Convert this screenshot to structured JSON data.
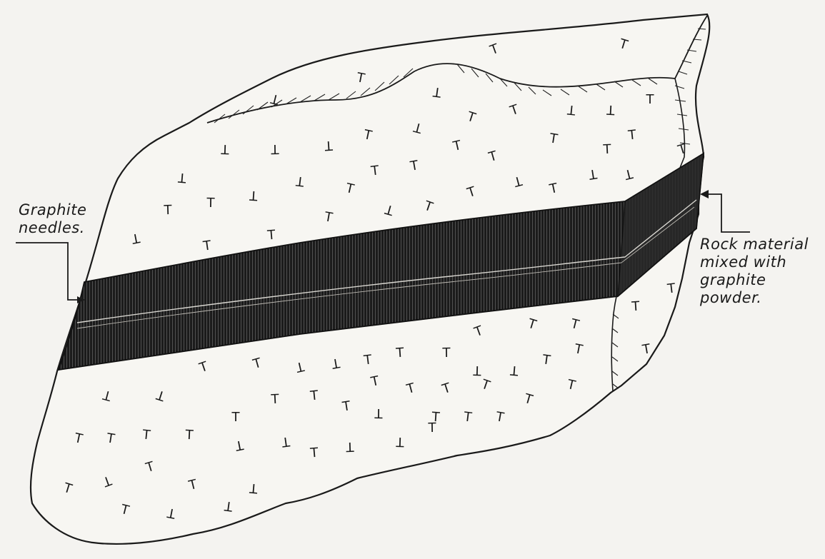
{
  "labels": {
    "left": {
      "lines": [
        "Graphite",
        "needles."
      ]
    },
    "right": {
      "lines": [
        "Rock material",
        "mixed with",
        "graphite",
        "powder."
      ]
    }
  },
  "colors": {
    "ink": "#1a1a1a",
    "paper": "#f4f3f0",
    "vein": "#111111"
  },
  "symbols": {
    "rock_mark": "T"
  }
}
